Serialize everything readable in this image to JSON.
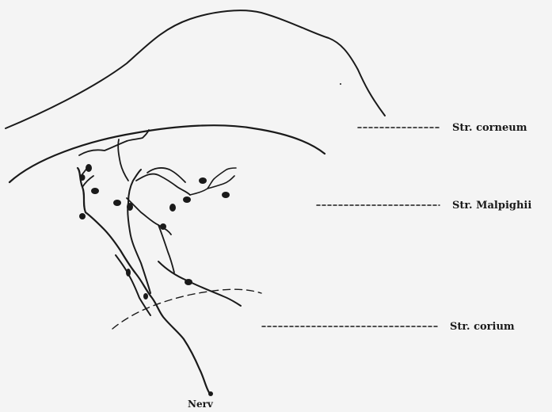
{
  "labels": {
    "corneum": "Str. corneum",
    "malpighii": "Str. Malpighii",
    "corium": "Str. corium",
    "nerve": "Nerv"
  },
  "colors": {
    "background": "#f4f4f4",
    "ink": "#1a1a1a"
  }
}
